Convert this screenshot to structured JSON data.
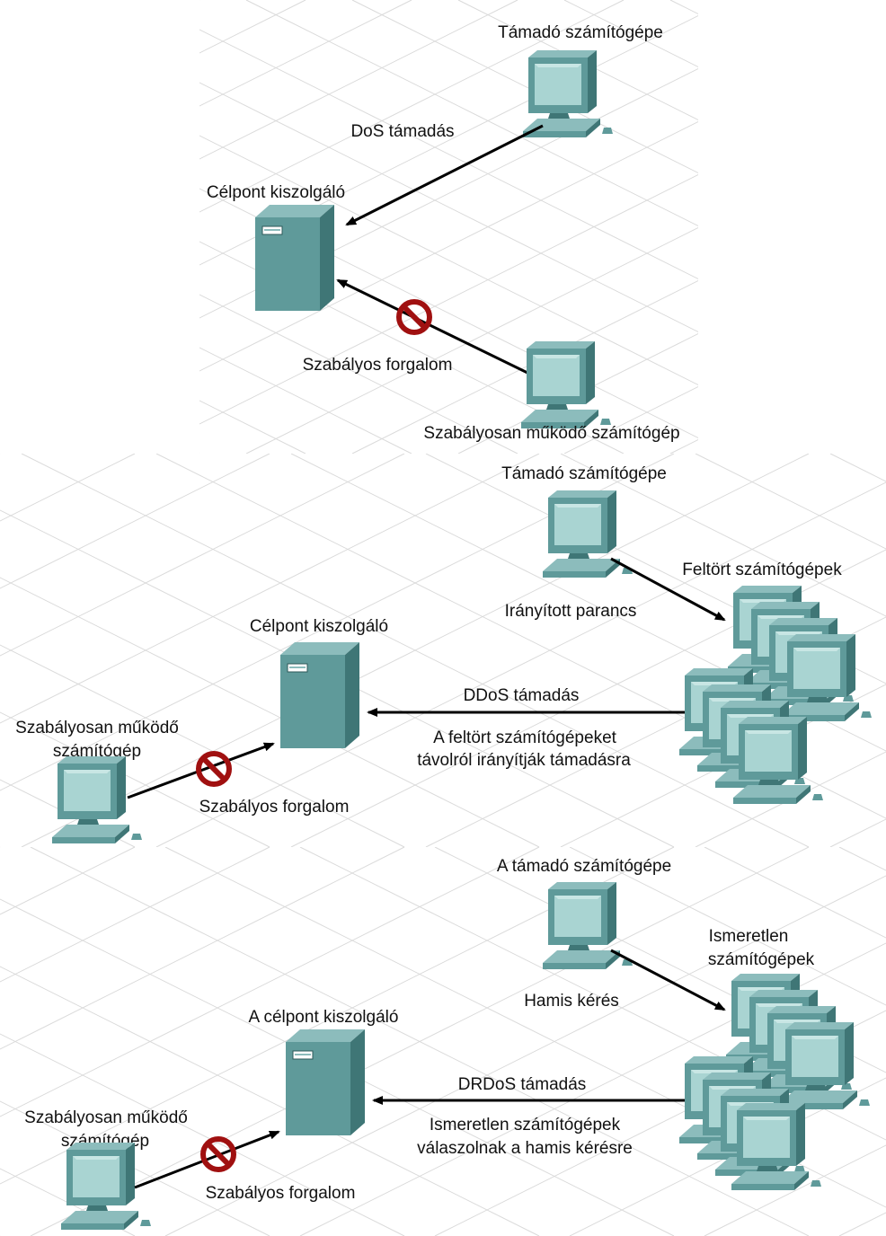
{
  "colors": {
    "device_front": "#5f9a9a",
    "device_side": "#3f7676",
    "device_top": "#8cbcbc",
    "screen": "#a9d4d2",
    "arrow": "#000000",
    "block_sign": "#a01010",
    "grid_line": "#d9d9d9"
  },
  "icons": [
    "computer-icon",
    "server-icon",
    "blocked-icon",
    "arrow-icon"
  ],
  "panels": {
    "dos": {
      "attacker_label": "Támadó számítógépe",
      "attack_label": "DoS támadás",
      "target_label": "Célpont kiszolgáló",
      "legit_traffic_label": "Szabályos forgalom",
      "legit_computer_label": "Szabályosan működő számítógép"
    },
    "ddos": {
      "attacker_label": "Támadó számítógépe",
      "compromised_label": "Feltört számítógépek",
      "command_label": "Irányított parancs",
      "target_label": "Célpont kiszolgáló",
      "attack_label": "DDoS támadás",
      "attack_note_line1": "A feltört számítógépeket",
      "attack_note_line2": "távolról irányítják támadásra",
      "legit_computer_line1": "Szabályosan működő",
      "legit_computer_line2": "számítógép",
      "legit_traffic_label": "Szabályos forgalom"
    },
    "drdos": {
      "attacker_label": "A támadó számítógépe",
      "unknown_line1": "Ismeretlen",
      "unknown_line2": "számítógépek",
      "request_label": "Hamis kérés",
      "target_label": "A célpont kiszolgáló",
      "attack_label": "DRDoS támadás",
      "attack_note_line1": "Ismeretlen számítógépek",
      "attack_note_line2": "válaszolnak a hamis kérésre",
      "legit_computer_line1": "Szabályosan működő",
      "legit_computer_line2": "számítógép",
      "legit_traffic_label": "Szabályos forgalom"
    }
  }
}
